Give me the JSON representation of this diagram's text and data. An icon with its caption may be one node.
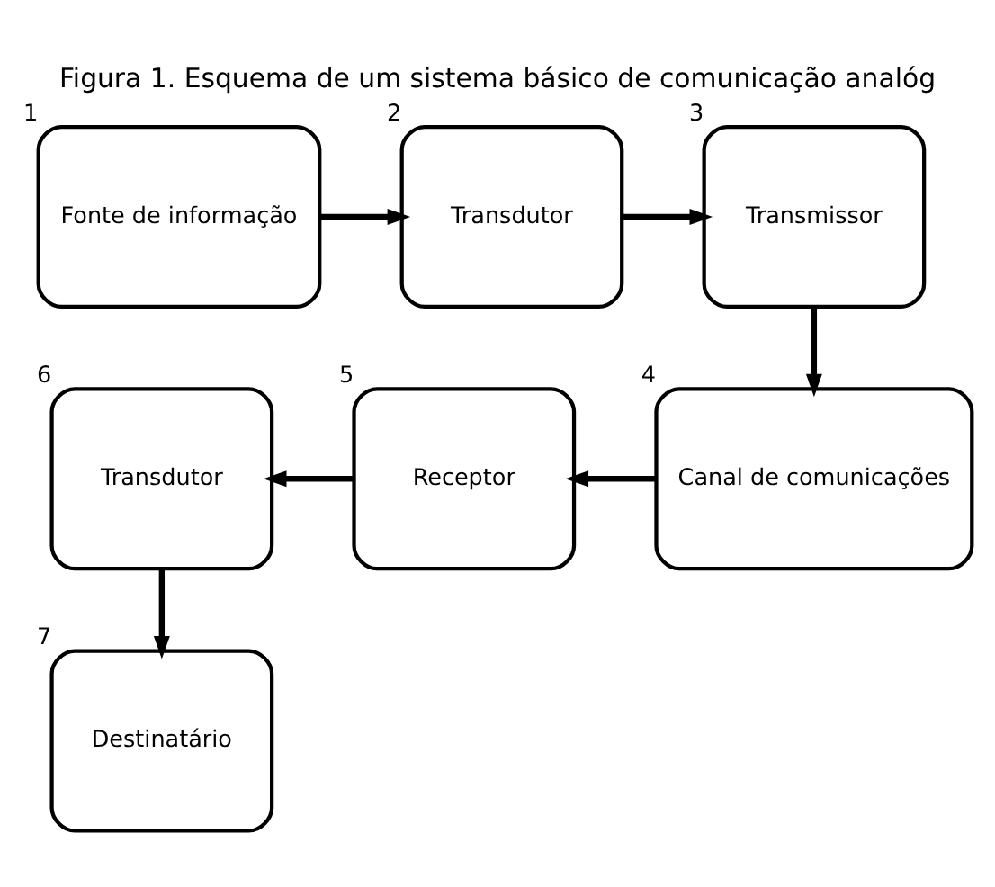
{
  "diagram": {
    "title": "Figura 1. Esquema de um sistema básico de comunicação analóg",
    "nodes": [
      {
        "text": [
          "Fonte de informação"
        ],
        "beside": [
          "1"
        ]
      },
      {
        "text": [
          "Transdutor"
        ],
        "beside": [
          "2"
        ]
      },
      {
        "text": [
          "Transmissor"
        ],
        "beside": [
          "3"
        ]
      },
      {
        "text": [
          "Canal de comunicações"
        ],
        "beside": [
          "4"
        ]
      },
      {
        "text": [
          "Receptor"
        ],
        "beside": [
          "5"
        ]
      },
      {
        "text": [
          "Transdutor"
        ],
        "beside": [
          "6"
        ]
      },
      {
        "text": [
          "Destinatário"
        ],
        "beside": [
          "7"
        ]
      }
    ],
    "edges": [
      {
        "from": 0,
        "to": 1,
        "arrow": "to"
      },
      {
        "from": 1,
        "to": 2,
        "arrow": "to"
      },
      {
        "from": 2,
        "to": 3,
        "arrow": "to"
      },
      {
        "from": 3,
        "to": 4,
        "arrow": "to"
      },
      {
        "from": 4,
        "to": 5,
        "arrow": "to"
      },
      {
        "from": 5,
        "to": 6,
        "arrow": "to"
      }
    ]
  }
}
